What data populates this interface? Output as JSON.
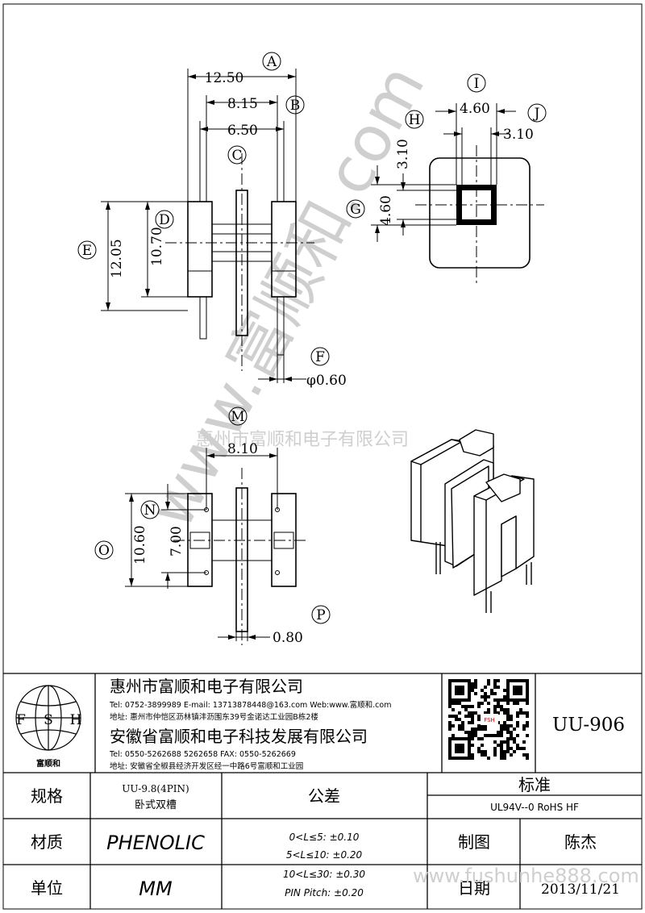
{
  "dimensions": {
    "d_12_50": "12.50",
    "d_8_15": "8.15",
    "d_6_50": "6.50",
    "d_12_05": "12.05",
    "d_10_70": "10.70",
    "d_pin": "φ0.60",
    "d_4_60_h": "4.60",
    "d_3_10_h": "3.10",
    "d_3_10_v": "3.10",
    "d_4_60_v": "4.60",
    "d_8_10": "8.10",
    "d_10_60": "10.60",
    "d_7_00": "7.00",
    "d_0_80": "0.80"
  },
  "callouts": {
    "A": "A",
    "B": "B",
    "C": "C",
    "D": "D",
    "E": "E",
    "F": "F",
    "G": "G",
    "H": "H",
    "I": "I",
    "J": "J",
    "M": "M",
    "N": "N",
    "O": "O",
    "P": "P"
  },
  "watermark": {
    "diagonal": "www.富顺和.com",
    "company": "惠州市富顺和电子有限公司",
    "site": "www.fushunhe888.com"
  },
  "title_block": {
    "logo_letters": [
      "F",
      "S",
      "H"
    ],
    "logo_name": "富顺和",
    "company1": "惠州市富顺和电子有限公司",
    "contact1": "Tel: 0752-3899989  E-mail: 13713878448@163.com  Web:www.富顺和.com",
    "address1": "地址: 惠州市仲恺区沥林镇沣沥围东39号金诺达工业园B栋2楼",
    "company2": "安徽省富顺和电子科技发展有限公司",
    "contact2": "Tel: 0550-5262688  5262658     FAX: 0550-5262669",
    "address2": "地址: 安徽省全椒县经济开发区经一中路6号富顺和工业园",
    "qr_label": "FSH",
    "part_no": "UU-906",
    "spec_label": "规格",
    "spec_value1": "UU-9.8(4PIN)",
    "spec_value2": "卧式双槽",
    "tolerance_label": "公差",
    "standard_label": "标准",
    "standard_value": "UL94V--0  RoHS HF",
    "material_label": "材质",
    "material_value": "PHENOLIC",
    "tol1": "0<L≤5: ±0.10",
    "tol2": "5<L≤10: ±0.20",
    "tol3": "10<L≤30: ±0.30",
    "tol4": "PIN Pitch: ±0.20",
    "drawn_label": "制图",
    "drawn_value": "陈杰",
    "unit_label": "单位",
    "unit_value": "MM",
    "date_label": "日期",
    "date_value": "2013/11/21"
  }
}
